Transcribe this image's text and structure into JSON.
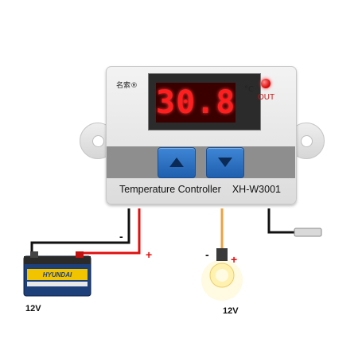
{
  "controller": {
    "brand": "名索®",
    "display_value": "30.8",
    "unit": "°C",
    "out_label": "OUT",
    "name": "Temperature Controller",
    "model": "XH-W3001",
    "up_icon": "triangle-up-icon",
    "down_icon": "triangle-down-icon"
  },
  "battery": {
    "label_text": "HYUNDAI",
    "neg_sign": "-",
    "pos_sign": "+",
    "voltage": "12V"
  },
  "lamp": {
    "neg_sign": "-",
    "pos_sign": "+",
    "voltage": "12V"
  },
  "colors": {
    "display_red": "#ff1e1e",
    "button_blue": "#2a6fc2",
    "wire_red": "#e01010",
    "wire_black": "#111111",
    "wire_orange": "#f0a040"
  }
}
